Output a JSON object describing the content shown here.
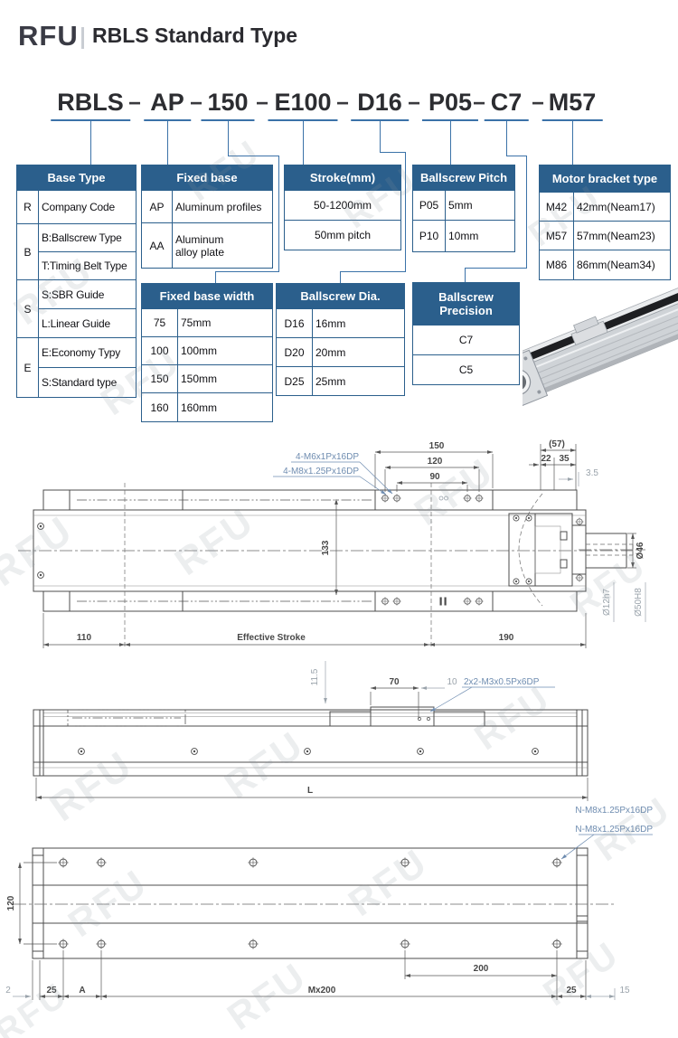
{
  "header": {
    "logo": "RFU",
    "title": "RBLS Standard Type"
  },
  "model_code": {
    "separator": "−",
    "segments": [
      "RBLS",
      "AP",
      "150",
      "E100",
      "D16",
      "P05",
      "C7",
      "M57"
    ]
  },
  "tables": {
    "base_type": {
      "title": "Base Type",
      "groups": [
        {
          "code": "R",
          "items": [
            "Company Code"
          ]
        },
        {
          "code": "B",
          "items": [
            "B:Ballscrew Type",
            "T:Timing Belt Type"
          ]
        },
        {
          "code": "S",
          "items": [
            "S:SBR Guide",
            "L:Linear Guide"
          ]
        },
        {
          "code": "E",
          "items": [
            "E:Economy Typy",
            "S:Standard type"
          ]
        }
      ]
    },
    "fixed_base": {
      "title": "Fixed base",
      "rows": [
        {
          "code": "AP",
          "desc": "Aluminum profiles"
        },
        {
          "code": "AA",
          "desc": "Aluminum\nalloy plate"
        }
      ]
    },
    "stroke": {
      "title": "Stroke(mm)",
      "rows": [
        "50-1200mm",
        "50mm pitch"
      ]
    },
    "ballscrew_pitch": {
      "title": "Ballscrew Pitch",
      "rows": [
        {
          "code": "P05",
          "desc": "5mm"
        },
        {
          "code": "P10",
          "desc": "10mm"
        }
      ]
    },
    "motor_bracket": {
      "title": "Motor bracket type",
      "rows": [
        {
          "code": "M42",
          "desc": "42mm(Neam17)"
        },
        {
          "code": "M57",
          "desc": "57mm(Neam23)"
        },
        {
          "code": "M86",
          "desc": "86mm(Neam34)"
        }
      ]
    },
    "fixed_base_width": {
      "title": "Fixed base width",
      "rows": [
        {
          "code": "75",
          "desc": "75mm"
        },
        {
          "code": "100",
          "desc": "100mm"
        },
        {
          "code": "150",
          "desc": "150mm"
        },
        {
          "code": "160",
          "desc": "160mm"
        }
      ]
    },
    "ballscrew_dia": {
      "title": "Ballscrew Dia.",
      "rows": [
        {
          "code": "D16",
          "desc": "16mm"
        },
        {
          "code": "D20",
          "desc": "20mm"
        },
        {
          "code": "D25",
          "desc": "25mm"
        }
      ]
    },
    "ballscrew_precision": {
      "title": "Ballscrew\nPrecision",
      "rows": [
        "C7",
        "C5"
      ]
    }
  },
  "drawings": {
    "top_view": {
      "label_m6": "4-M6x1Px16DP",
      "label_m8": "4-M8x1.25Px16DP",
      "dim_150": "150",
      "dim_120": "120",
      "dim_90": "90",
      "dim_57": "(57)",
      "dim_22": "22",
      "dim_35": "35",
      "dim_3_5": "3.5",
      "dim_133": "133",
      "dim_d46": "Ø46",
      "dim_d12": "Ø12h7",
      "dim_d50": "Ø50H8",
      "dim_110": "110",
      "dim_stroke": "Effective Stroke",
      "dim_190": "190"
    },
    "side_view": {
      "dim_11_5": "11.5",
      "dim_70": "70",
      "dim_10": "10",
      "label_m3": "2x2-M3x0.5Px6DP",
      "dim_L": "L",
      "label_n_m8": "N-M8x1.25Px16DP"
    },
    "bottom_view": {
      "label_n_m8": "N-M8x1.25Px16DP",
      "dim_120": "120",
      "dim_2": "2",
      "dim_25_left": "25",
      "dim_A": "A",
      "dim_mx200": "Mx200",
      "dim_200": "200",
      "dim_25_right": "25",
      "dim_15": "15"
    }
  },
  "watermark": "RFU",
  "colors": {
    "header_blue": "#2b5f8c",
    "accent_blue": "#3b72a8",
    "annotation_blue": "#6e8cb0"
  }
}
